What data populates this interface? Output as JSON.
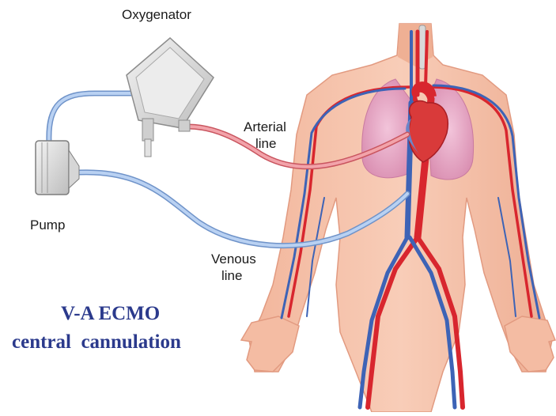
{
  "labels": {
    "oxygenator": "Oxygenator",
    "arterial_line_1": "Arterial",
    "arterial_line_2": "line",
    "pump": "Pump",
    "venous_line_1": "Venous",
    "venous_line_2": "line"
  },
  "caption": {
    "line1": "V-A ECMO",
    "line2": "central  cannulation"
  },
  "colors": {
    "arterial": "#e8707a",
    "venous": "#8fb4e6",
    "skin": "#f6c3ac",
    "skin_shadow": "#e79e86",
    "artery": "#d8262e",
    "vein": "#3d63b6",
    "lung": "#e6aac6",
    "device": "#dcdcdc",
    "caption": "#2b3a8c"
  }
}
